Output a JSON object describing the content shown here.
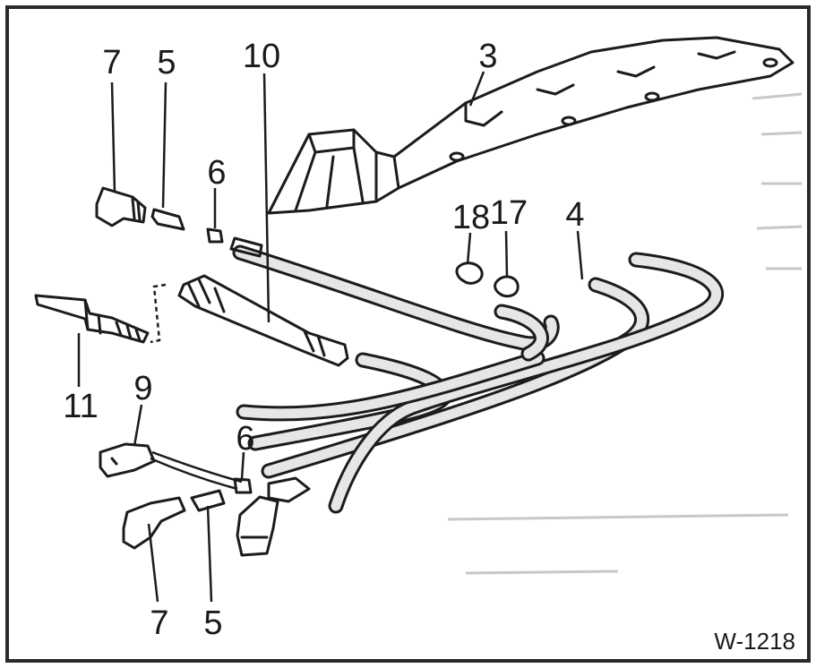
{
  "colors": {
    "background": "#ffffff",
    "frame": "#2a2a2a",
    "ink": "#1c1c1c",
    "tube_fill": "#e6e6e6",
    "part_fill": "#f2f2f2",
    "ghost_text": "#c8c8c8"
  },
  "labels": {
    "l3": "3",
    "l4": "4",
    "l5a": "5",
    "l5b": "5",
    "l6a": "6",
    "l6b": "6",
    "l7a": "7",
    "l7b": "7",
    "l9": "9",
    "l10": "10",
    "l11": "11",
    "l17": "17",
    "l18": "18"
  },
  "figure_id": "W-1218"
}
